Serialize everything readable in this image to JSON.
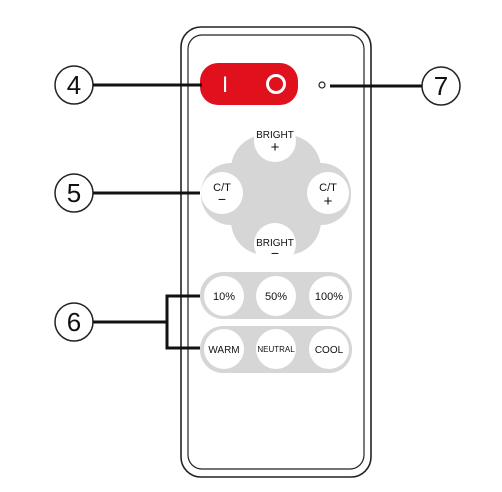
{
  "callouts": {
    "power": "4",
    "cross": "5",
    "presets": "6",
    "indicator": "7"
  },
  "power": {
    "off_glyph": "I",
    "on_glyph": "O",
    "color": "#e0101c"
  },
  "cross": {
    "bright_up_label": "BRIGHT",
    "bright_up_sign": "+",
    "bright_down_label": "BRIGHT",
    "bright_down_sign": "−",
    "ct_down_label": "C/T",
    "ct_down_sign": "−",
    "ct_up_label": "C/T",
    "ct_up_sign": "+"
  },
  "brightness_presets": [
    "10%",
    "50%",
    "100%"
  ],
  "color_presets": [
    "WARM",
    "NEUTRAL",
    "COOL"
  ],
  "colors": {
    "panel": "#d6d6d6",
    "button": "#ffffff",
    "outline": "#222222"
  }
}
